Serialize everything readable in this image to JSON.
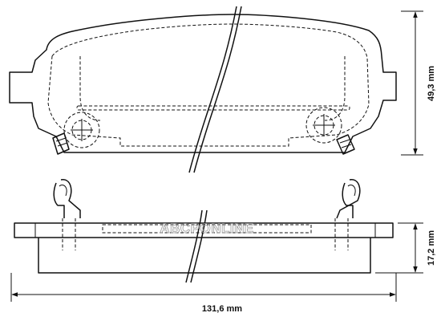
{
  "dimensions": {
    "width_label": "131,6 mm",
    "height_label": "49,3 mm",
    "thickness_label": "17,2 mm"
  },
  "watermark": "ABCPONLINE",
  "colors": {
    "line": "#111111",
    "background": "#ffffff",
    "watermark": "#9a9a9a"
  }
}
